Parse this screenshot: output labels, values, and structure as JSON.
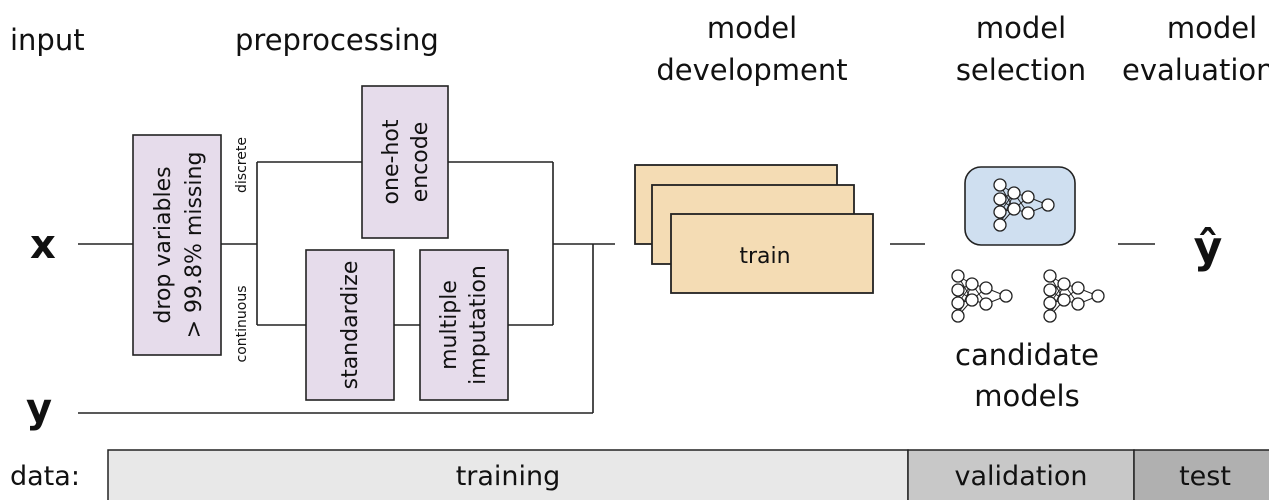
{
  "headers": {
    "input": "input",
    "preprocessing": "preprocessing",
    "model_development": [
      "model",
      "development"
    ],
    "model_selection": [
      "model",
      "selection"
    ],
    "model_evaluation": [
      "model",
      "evaluation"
    ]
  },
  "variables": {
    "x": "x",
    "y": "y",
    "y_hat": "ŷ"
  },
  "preprocessing": {
    "drop_box": [
      "drop variables",
      "> 99.8% missing"
    ],
    "branch_discrete": "discrete",
    "branch_continuous": "continuous",
    "one_hot": [
      "one-hot",
      "encode"
    ],
    "standardize": "standardize",
    "imputation": [
      "multiple",
      "imputation"
    ]
  },
  "model_development": {
    "train": "train"
  },
  "model_selection": {
    "candidate": [
      "candidate",
      "models"
    ]
  },
  "data_bar": {
    "label": "data:",
    "segments": [
      {
        "name": "training",
        "color": "#e8e8e8"
      },
      {
        "name": "validation",
        "color": "#c8c8c8"
      },
      {
        "name": "test",
        "color": "#b0b0b0"
      }
    ]
  },
  "colors": {
    "preprocess_box": "#e6dceb",
    "train_box": "#f4dcb4",
    "selected_model": "#cfdff0"
  }
}
